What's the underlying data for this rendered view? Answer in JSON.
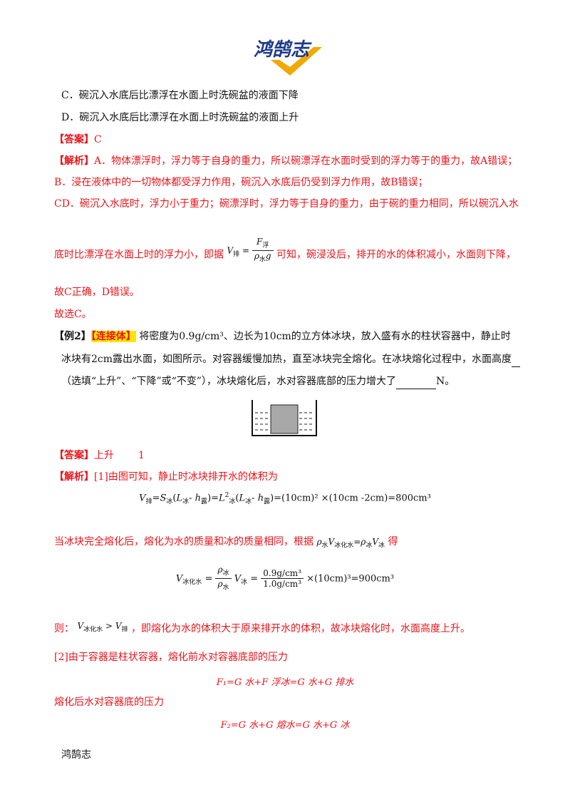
{
  "logo": {
    "text": "鸿鹄志"
  },
  "lines": {
    "opt_c": "C．碗沉入水底后比漂浮在水面上时洗碗盆的液面下降",
    "opt_d": "D．碗沉入水底后比漂浮在水面上时洗碗盆的液面上升",
    "ans1_tag": "【答案】",
    "ans1_val": "C",
    "exp1_tag": "【解析】",
    "exp1_a": "A．物体漂浮时，浮力等于自身的重力，所以碗漂浮在水面时受到的浮力等于的重力，故A错误；",
    "exp1_b": "B．浸在液体中的一切物体都受浮力作用，碗沉入水底后仍受到浮力作用，故B错误；",
    "exp1_cd": "CD．碗沉入水底时，浮力小于重力；碗漂浮时，浮力等于自身的重力，由于碗的重力相同，所以碗沉入水",
    "exp1_bottom_a": "底时比漂浮在水面上时的浮力小，即据",
    "exp1_bottom_b": "可知，碗浸没后，排开的水的体积减小，水面则下降，",
    "exp1_end": "故C正确，D错误。",
    "choose": "故选C。",
    "ex2_tag": "【例2】",
    "ex2_hl": "【连接体】",
    "ex2_text1": "将密度为0.9g/cm³、边长为10cm的立方体冰块，放入盛有水的柱状容器中，静止时",
    "ex2_text2": "冰块有2cm露出水面，如图所示。对容器缓慢加热，直至冰块完全熔化。在冰块熔化过程中，水面高度",
    "ex2_text3a": "（选填“上升”、“下降”或“不变”），冰块熔化后，水对容器底部的压力增大了",
    "ex2_text3b": "N。",
    "ans2_tag": "【答案】",
    "ans2_val1": "上升",
    "ans2_val2": "1",
    "exp2_tag": "【解析】",
    "exp2_1": "[1]由图可知，静止时冰块排开水的体积为",
    "eq1_rest": "=(10cm)² ×(10cm -2cm)=800cm³",
    "exp2_melt_a": "当冰块完全熔化后，熔化为水的质量和冰的质量相同，根据",
    "exp2_melt_b": "得",
    "eq2_rest": "×(10cm)³=900cm³",
    "eq2_num": "0.9g/cm³",
    "eq2_den": "1.0g/cm³",
    "then_a": "则：",
    "then_b": "，即熔化为水的体积大于原来排开水的体积，故冰块熔化时，水面高度上升。",
    "exp2_2": "[2]由于容器是柱状容器，熔化前水对容器底部的压力",
    "eq3": "F₁=G 水+F 浮冰=G 水+G 排水",
    "exp2_after": "熔化后水对容器底的压力",
    "eq4": "F₂=G 水+G 熔水=G 水+G 冰"
  },
  "footer": {
    "text": "鸿鹄志"
  },
  "colors": {
    "answer_red": "#e8141b",
    "highlight_yellow": "#ffe600",
    "text_black": "#111111"
  }
}
